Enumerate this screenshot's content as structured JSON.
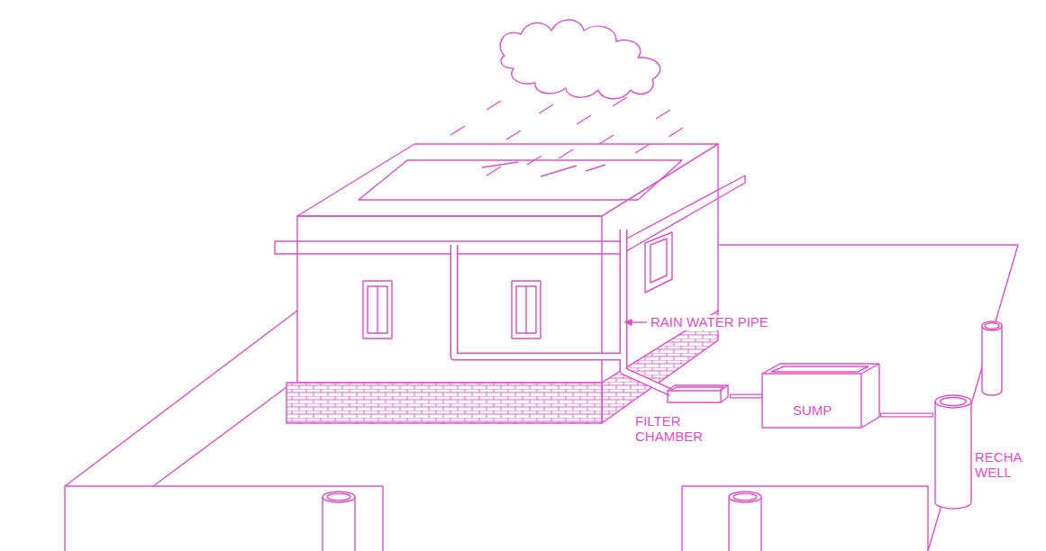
{
  "diagram": {
    "nodes": [
      {
        "text": [
          "FILTER CHAMBER"
        ]
      },
      {
        "text": [
          "SUMP"
        ]
      },
      {
        "text": [
          "RECHA WELL"
        ]
      }
    ],
    "edges": [
      {
        "from": 0,
        "to": 1,
        "arrow": "none"
      },
      {
        "from": 1,
        "to": 2,
        "arrow": "none"
      }
    ],
    "labels": [
      "RAIN WATER PIPE"
    ]
  }
}
